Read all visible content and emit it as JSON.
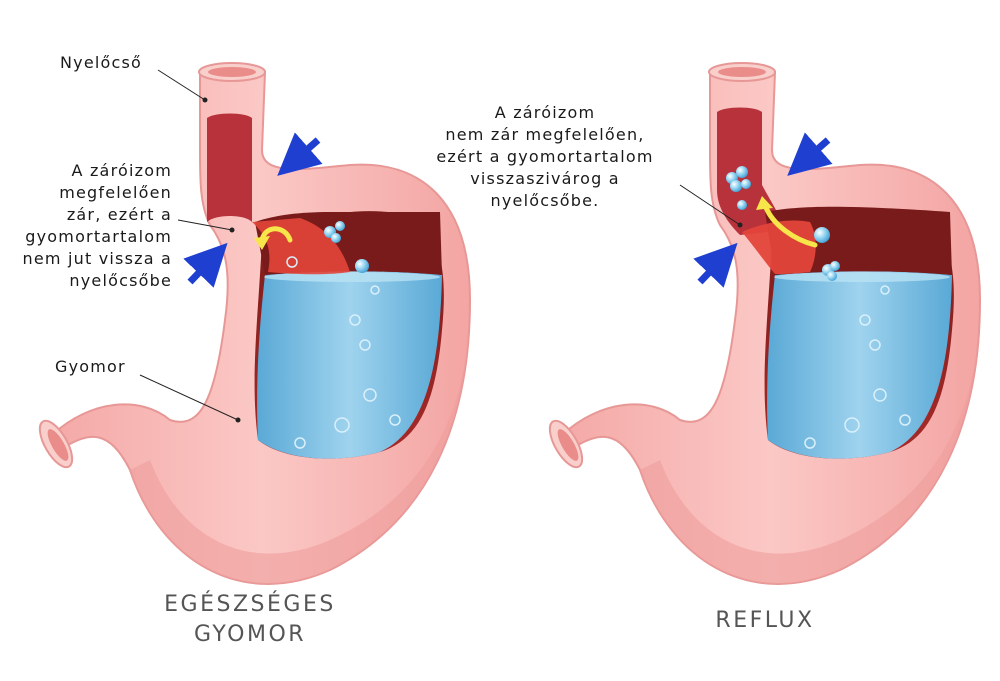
{
  "left_panel": {
    "label_esophagus": "Nyelőcső",
    "label_sphincter": "A záróizom\nmegfelelően\nzár, ezért a\ngyomortartalom\nnem jut vissza a\nnyelőcsőbe",
    "label_stomach": "Gyomor",
    "caption": "EGÉSZSÉGES\nGYOMOR"
  },
  "right_panel": {
    "label_sphincter": "A záróizom\nnem zár megfelelően,\nezért a gyomortartalom\nvisszaszivárog a\nnyelőcsőbe.",
    "caption": "REFLUX"
  },
  "colors": {
    "tissue": "#f6b3b1",
    "tissue_edge": "#e98c8a",
    "lumen": "#8b2121",
    "acid_zone": "#e3453a",
    "gastric_fluid": "#7fc3e4",
    "pressure_arrow": "#1f3fd1",
    "flow_arrow": "#f7e64a"
  }
}
